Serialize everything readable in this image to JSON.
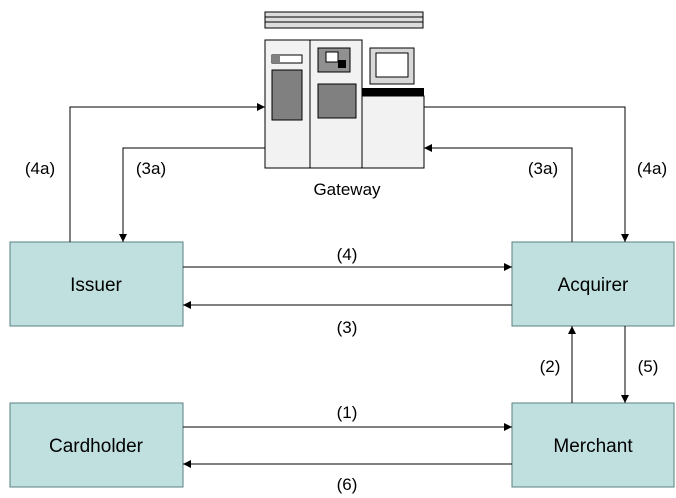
{
  "nodes": {
    "issuer": "Issuer",
    "acquirer": "Acquirer",
    "cardholder": "Cardholder",
    "merchant": "Merchant",
    "gateway": "Gateway"
  },
  "flows": {
    "f1": "(1)",
    "f2": "(2)",
    "f3": "(3)",
    "f3a_left": "(3a)",
    "f3a_right": "(3a)",
    "f4": "(4)",
    "f4a_left": "(4a)",
    "f4a_right": "(4a)",
    "f5": "(5)",
    "f6": "(6)"
  },
  "colors": {
    "box_fill": "#c0e0e0",
    "box_stroke": "#5a7f82",
    "server_body": "#f2f2f2",
    "server_dark": "#808080"
  }
}
